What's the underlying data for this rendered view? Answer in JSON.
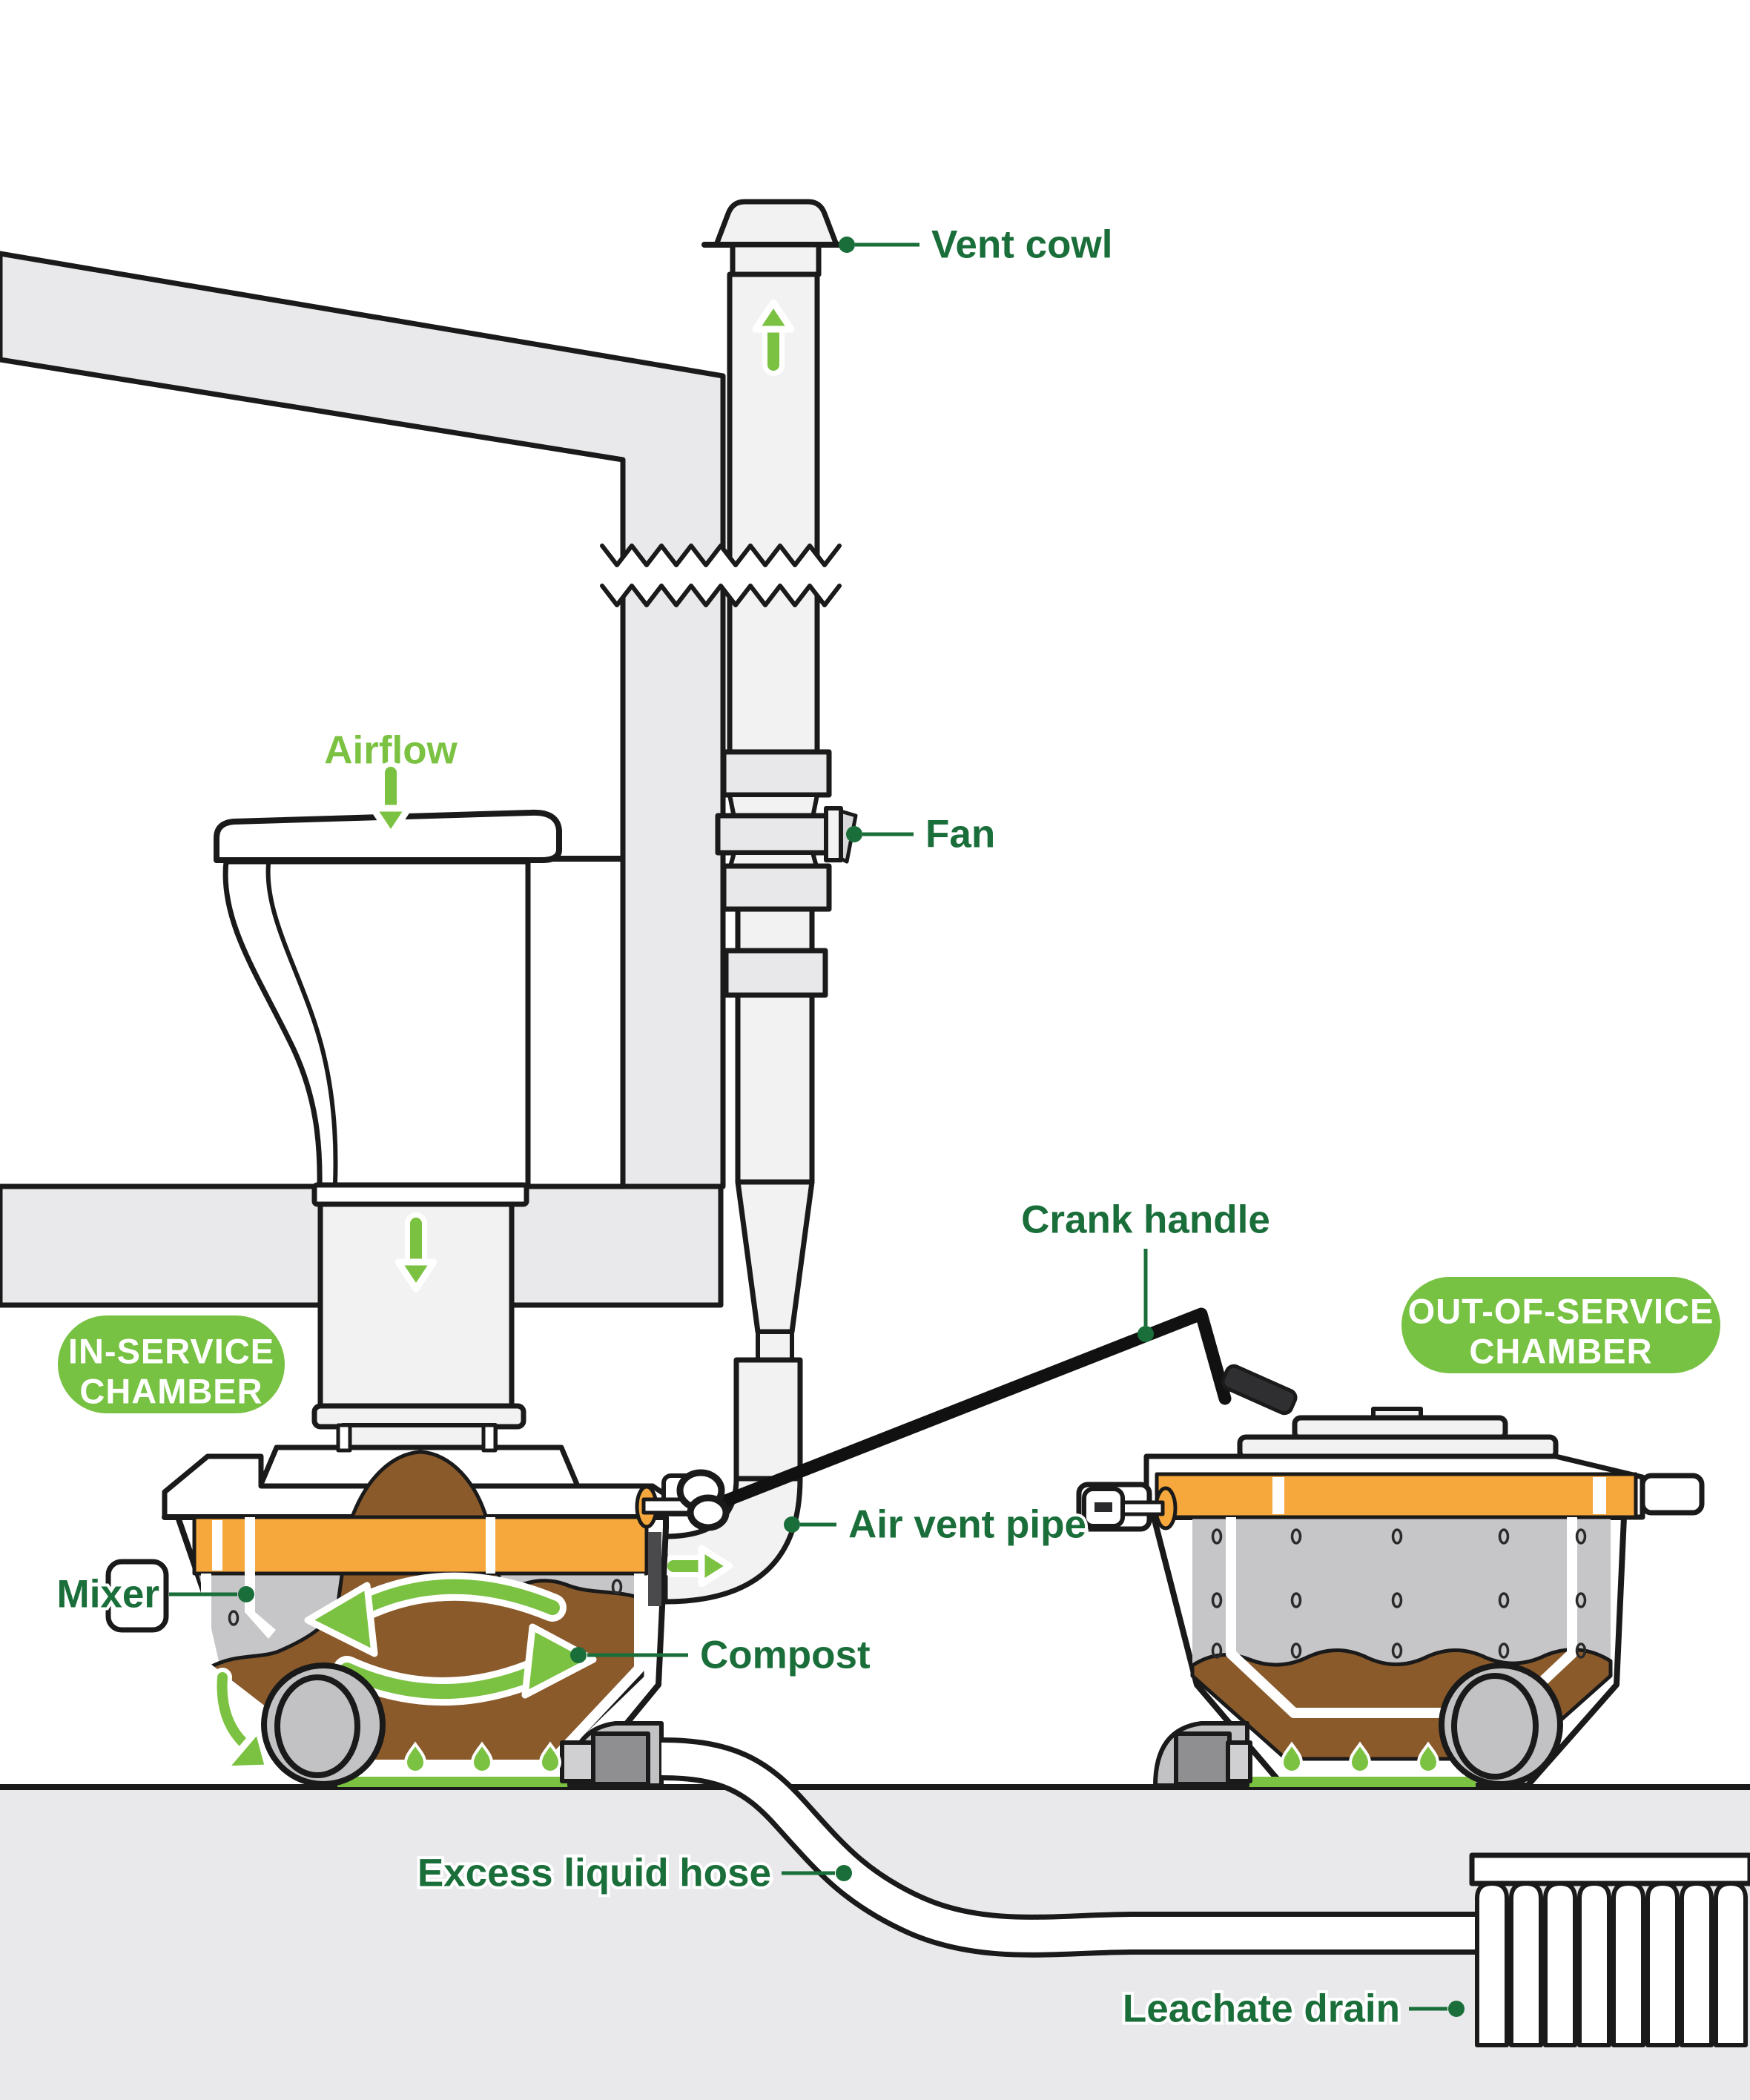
{
  "diagram": {
    "type": "composting-toilet-cross-section",
    "labels": {
      "vent_cowl": "Vent cowl",
      "fan": "Fan",
      "airflow": "Airflow",
      "crank_handle": "Crank handle",
      "air_vent_pipe": "Air vent pipe",
      "mixer": "Mixer",
      "compost": "Compost",
      "excess_liquid_hose": "Excess liquid hose",
      "leachate_drain": "Leachate drain"
    },
    "badges": {
      "in_service": {
        "line1": "IN-SERVICE",
        "line2": "CHAMBER"
      },
      "out_of_service": {
        "line1": "OUT-OF-SERVICE",
        "line2": "CHAMBER"
      }
    },
    "colors": {
      "label_green": "#1a6e3a",
      "accent_green": "#7cc242",
      "badge_green": "#77c143",
      "band_orange": "#f7a83c",
      "compost_brown": "#8a5a2b",
      "outline_black": "#1a1a1a",
      "structure_gray": "#e9e9eb",
      "pipe_gray": "#f2f2f3",
      "metal_gray": "#c2c2c4"
    }
  }
}
